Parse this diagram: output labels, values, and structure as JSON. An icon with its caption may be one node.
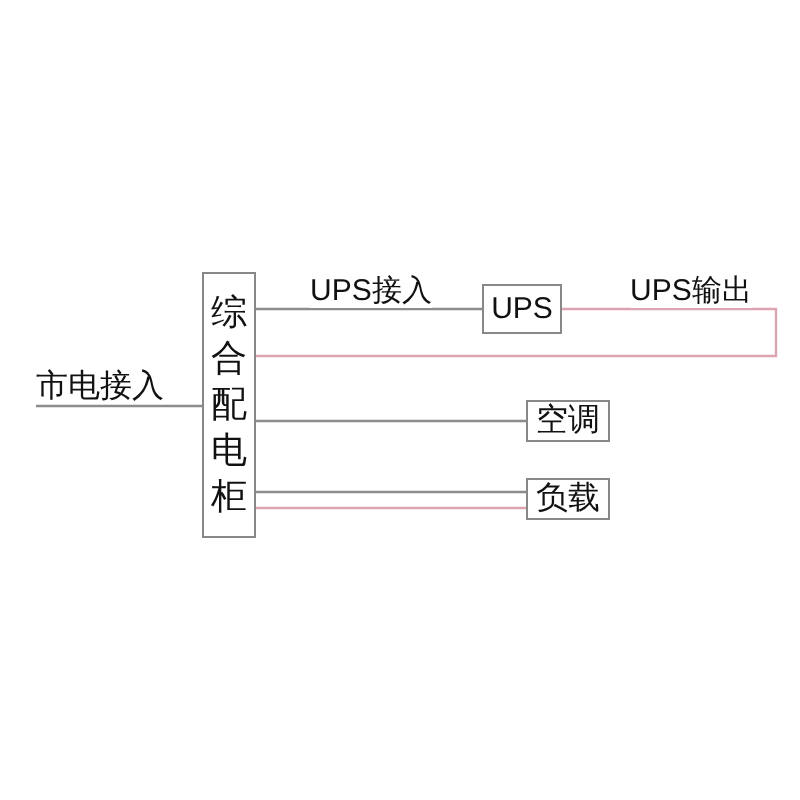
{
  "diagram": {
    "nodes": [
      {
        "text": [
          "综合配电柜"
        ]
      },
      {
        "text": [
          "市电接入"
        ]
      },
      {
        "text": [
          "UPS"
        ]
      },
      {
        "text": [
          "空调"
        ]
      },
      {
        "text": [
          "负载"
        ]
      }
    ],
    "edges": [
      {
        "from": 1,
        "to": 0,
        "arrow": "none"
      },
      {
        "from": 0,
        "to": 2,
        "arrow": "none",
        "label": "UPS接入"
      },
      {
        "from": 2,
        "to": 0,
        "arrow": "none",
        "label": "UPS输出",
        "color": "#dca4b0"
      },
      {
        "from": 0,
        "to": 3,
        "arrow": "none"
      },
      {
        "from": 0,
        "to": 4,
        "arrow": "none"
      },
      {
        "from": 0,
        "to": 4,
        "arrow": "none",
        "color": "#dca4b0"
      }
    ]
  }
}
